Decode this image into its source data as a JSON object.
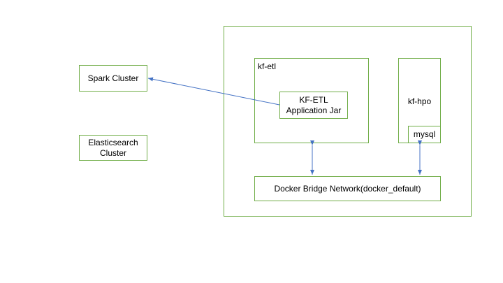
{
  "nodes": {
    "spark_cluster": "Spark Cluster",
    "elasticsearch_cluster_line1": "Elasticsearch",
    "elasticsearch_cluster_line2": "Cluster",
    "kf_etl": "kf-etl",
    "app_jar_line1": "KF-ETL",
    "app_jar_line2": "Application Jar",
    "kf_hpo": "kf-hpo",
    "mysql": "mysql",
    "docker_network": "Docker Bridge Network(docker_default)"
  },
  "colors": {
    "box_border": "#70ad47",
    "arrow": "#4472c4"
  }
}
